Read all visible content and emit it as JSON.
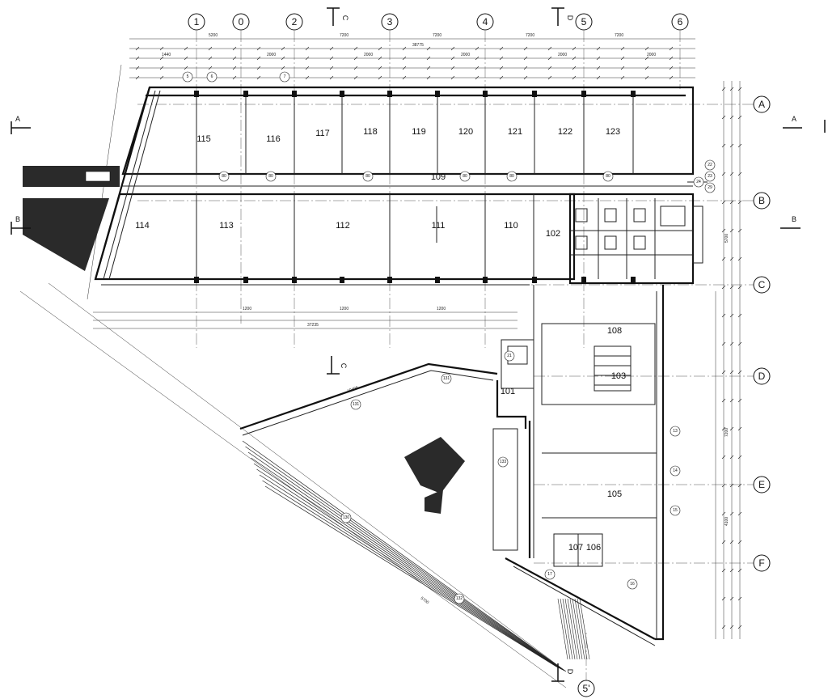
{
  "axes": {
    "top": [
      "1",
      "0",
      "2",
      "3",
      "4",
      "5",
      "6"
    ],
    "right": [
      "A",
      "B",
      "C",
      "D",
      "E",
      "F"
    ],
    "bottom": [
      "5'"
    ]
  },
  "sections": {
    "a_left": "A",
    "a_right": "A",
    "b_left": "B",
    "b_right": "B",
    "c_top": "C",
    "c_mid": "C",
    "d_top": "D",
    "d_bottom": "D"
  },
  "rooms": {
    "r115": "115",
    "r116": "116",
    "r117": "117",
    "r118": "118",
    "r119": "119",
    "r120": "120",
    "r121": "121",
    "r122": "122",
    "r123": "123",
    "r114": "114",
    "r113": "113",
    "r112": "112",
    "r111": "111",
    "r110": "110",
    "r109": "109",
    "r102": "102",
    "r108": "108",
    "r103": "103",
    "r101": "101",
    "r105": "105",
    "r107": "107",
    "r106": "106"
  },
  "tags": {
    "t1": "131",
    "t2": "131",
    "t3": "130",
    "t4": "132",
    "t5": "133",
    "t6": "21",
    "t7": "13",
    "t8": "14",
    "t9": "15",
    "t10": "16",
    "t11": "17",
    "t12": "5",
    "t13": "6",
    "t14": "7",
    "t15": "80",
    "t16": "80",
    "t17": "80",
    "t18": "80",
    "t19": "80",
    "t20": "80",
    "t21": "24",
    "t22": "22",
    "t23": "23",
    "t24": "29"
  }
}
